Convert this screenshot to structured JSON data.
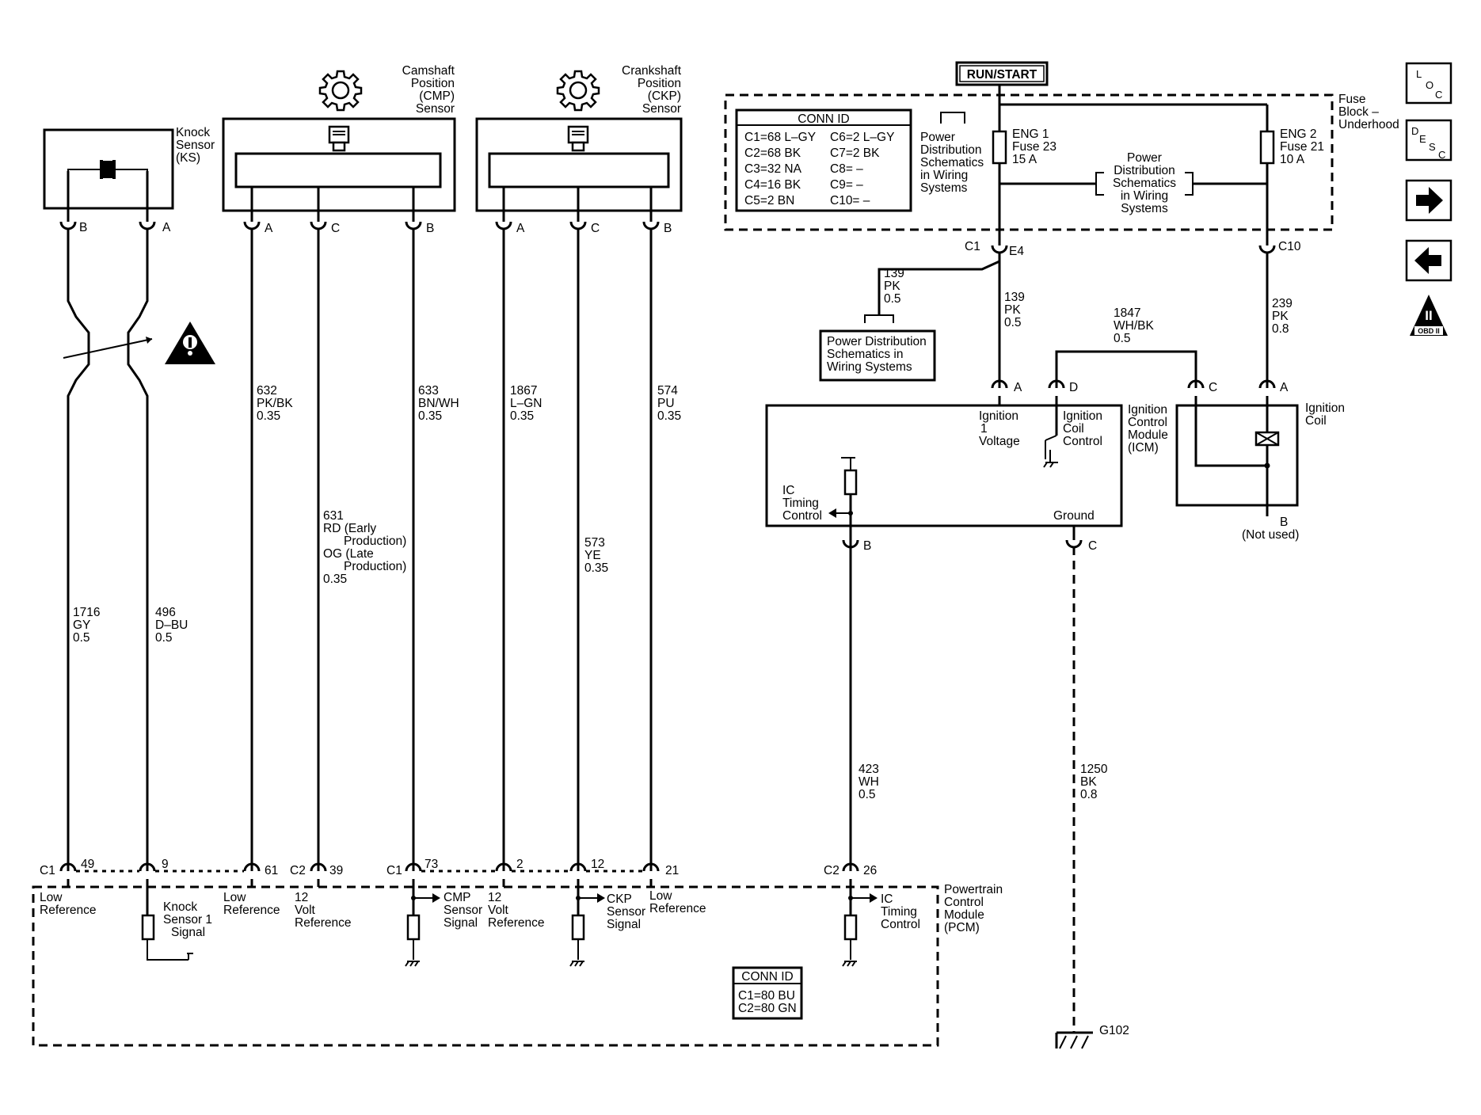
{
  "knock": {
    "sensor_label": [
      "Knock",
      "Sensor",
      "(KS)"
    ],
    "pin_b": "B",
    "pin_a": "A",
    "wire_gy": [
      "1716",
      "GY",
      "0.5"
    ],
    "wire_dbu": [
      "496",
      "D–BU",
      "0.5"
    ]
  },
  "cmp": {
    "label": [
      "Camshaft",
      "Position",
      "(CMP)",
      "Sensor"
    ],
    "pins": [
      "A",
      "C",
      "B"
    ],
    "wire_a": [
      "632",
      "PK/BK",
      "0.35"
    ],
    "wire_c": [
      "631",
      "RD (Early",
      "Production)",
      "OG (Late",
      "Production)",
      "0.35"
    ],
    "wire_b": [
      "633",
      "BN/WH",
      "0.35"
    ]
  },
  "ckp": {
    "label": [
      "Crankshaft",
      "Position",
      "(CKP)",
      "Sensor"
    ],
    "pins": [
      "A",
      "C",
      "B"
    ],
    "wire_a": [
      "1867",
      "L–GN",
      "0.35"
    ],
    "wire_c": [
      "573",
      "YE",
      "0.35"
    ],
    "wire_b": [
      "574",
      "PU",
      "0.35"
    ]
  },
  "run_start": "RUN/START",
  "fuse_block": {
    "label": [
      "Fuse",
      "Block –",
      "Underhood"
    ],
    "conn_id_title": "CONN ID",
    "conn_id_left": [
      "C1=68 L–GY",
      "C2=68 BK",
      "C3=32 NA",
      "C4=16 BK",
      "C5=2 BN"
    ],
    "conn_id_right": [
      "C6=2 L–GY",
      "C7=2 BK",
      "C8= –",
      "C9= –",
      "C10= –"
    ],
    "pds_ref_1": [
      "Power",
      "Distribution",
      "Schematics",
      "in Wiring",
      "Systems"
    ],
    "pds_ref_2": [
      "Power",
      "Distribution",
      "Schematics",
      "in Wiring",
      "Systems"
    ],
    "fuse_eng1": [
      "ENG 1",
      "Fuse 23",
      "15 A"
    ],
    "fuse_eng2": [
      "ENG 2",
      "Fuse 21",
      "10 A"
    ],
    "conn_c1": "C1",
    "conn_e4": "E4",
    "conn_c10": "C10"
  },
  "pds_box": [
    "Power Distribution",
    "Schematics in",
    "Wiring Systems"
  ],
  "wire_139_branch": [
    "139",
    "PK",
    "0.5"
  ],
  "wire_139": [
    "139",
    "PK",
    "0.5"
  ],
  "wire_1847": [
    "1847",
    "WH/BK",
    "0.5"
  ],
  "wire_239": [
    "239",
    "PK",
    "0.8"
  ],
  "icm": {
    "label": [
      "Ignition",
      "Control",
      "Module",
      "(ICM)"
    ],
    "ign_voltage": [
      "Ignition",
      "1",
      "Voltage"
    ],
    "coil_control": [
      "Ignition",
      "Coil",
      "Control"
    ],
    "ic_timing": [
      "IC",
      "Timing",
      "Control"
    ],
    "ground": "Ground",
    "pin_a": "A",
    "pin_d": "D",
    "pin_b": "B",
    "pin_c": "C"
  },
  "coil": {
    "label": [
      "Ignition",
      "Coil"
    ],
    "pin_c": "C",
    "pin_a": "A",
    "pin_b": "B",
    "not_used": "(Not used)"
  },
  "wire_423": [
    "423",
    "WH",
    "0.5"
  ],
  "wire_1250": [
    "1250",
    "BK",
    "0.8"
  ],
  "ground_g102": "G102",
  "pcm": {
    "label": [
      "Powertrain",
      "Control",
      "Module",
      "(PCM)"
    ],
    "c1": "C1",
    "c2": "C2",
    "pins": [
      "49",
      "9",
      "61",
      "39",
      "73",
      "2",
      "12",
      "21",
      "26"
    ],
    "low_ref_1": [
      "Low",
      "Reference"
    ],
    "knock_signal": [
      "Knock",
      "Sensor 1",
      "Signal"
    ],
    "low_ref_2": [
      "Low",
      "Reference"
    ],
    "v12_ref_1": [
      "12",
      "Volt",
      "Reference"
    ],
    "cmp_signal": [
      "CMP",
      "Sensor",
      "Signal"
    ],
    "v12_ref_2": [
      "12",
      "Volt",
      "Reference"
    ],
    "ckp_signal": [
      "CKP",
      "Sensor",
      "Signal"
    ],
    "low_ref_3": [
      "Low",
      "Reference"
    ],
    "ic_timing": [
      "IC",
      "Timing",
      "Control"
    ],
    "conn_id_title": "CONN ID",
    "conn_id": [
      "C1=80 BU",
      "C2=80 GN"
    ]
  },
  "nav": {
    "loc": [
      "L",
      "O",
      "C"
    ],
    "desc": [
      "D",
      "E",
      "S",
      "C"
    ],
    "obd_label": "OBD II",
    "obd_numeral": "II"
  }
}
